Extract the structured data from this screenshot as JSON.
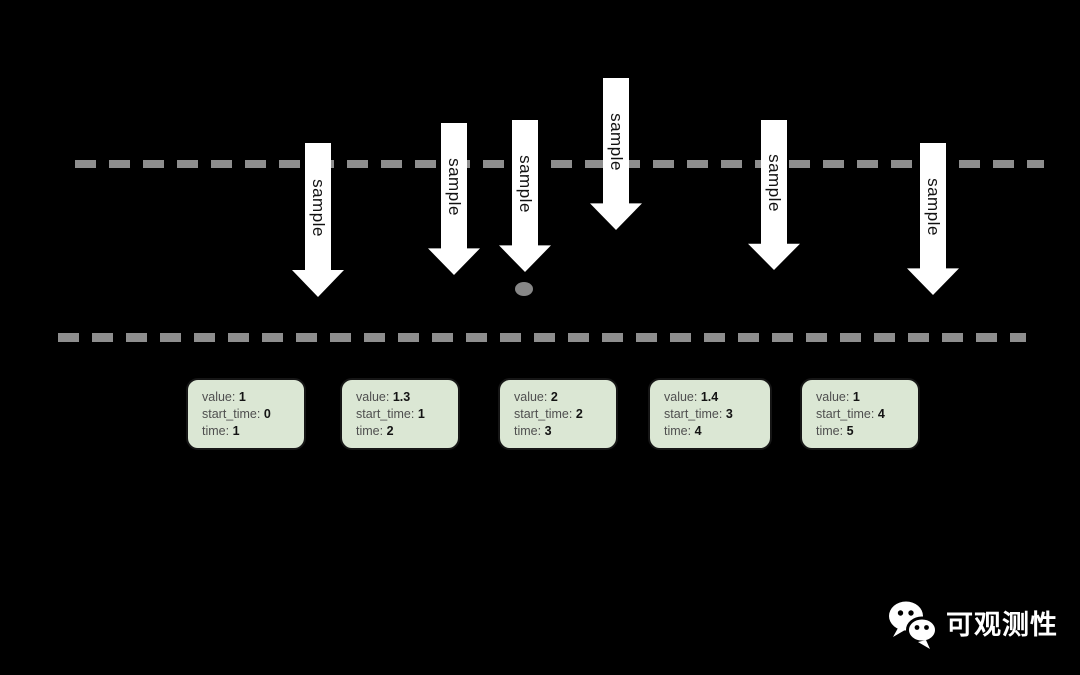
{
  "diagram": {
    "title_hint": "metric sampling timeline diagram",
    "colors": {
      "background": "#000000",
      "dash_color": "#8e8e8e",
      "arrow_fill": "#ffffff",
      "arrow_text_color": "#111111",
      "box_fill": "#dbe7d4",
      "box_label_color": "#4f4f4f",
      "box_number_color": "#141414",
      "dot_color": "#878787",
      "brand_text_color": "#ffffff"
    },
    "arrows": [
      {
        "label": "sample"
      },
      {
        "label": "sample"
      },
      {
        "label": "sample"
      },
      {
        "label": "sample"
      },
      {
        "label": "sample"
      },
      {
        "label": "sample"
      }
    ],
    "field_labels": {
      "value": "value:",
      "start_time": "start_time:",
      "time": "time:"
    },
    "samples": [
      {
        "value": "1",
        "start_time": "0",
        "time": "1"
      },
      {
        "value": "1.3",
        "start_time": "1",
        "time": "2"
      },
      {
        "value": "2",
        "start_time": "2",
        "time": "3"
      },
      {
        "value": "1.4",
        "start_time": "3",
        "time": "4"
      },
      {
        "value": "1",
        "start_time": "4",
        "time": "5"
      }
    ],
    "footer": {
      "logo_icon": "wechat-logo",
      "brand_text": "可观测性"
    }
  }
}
